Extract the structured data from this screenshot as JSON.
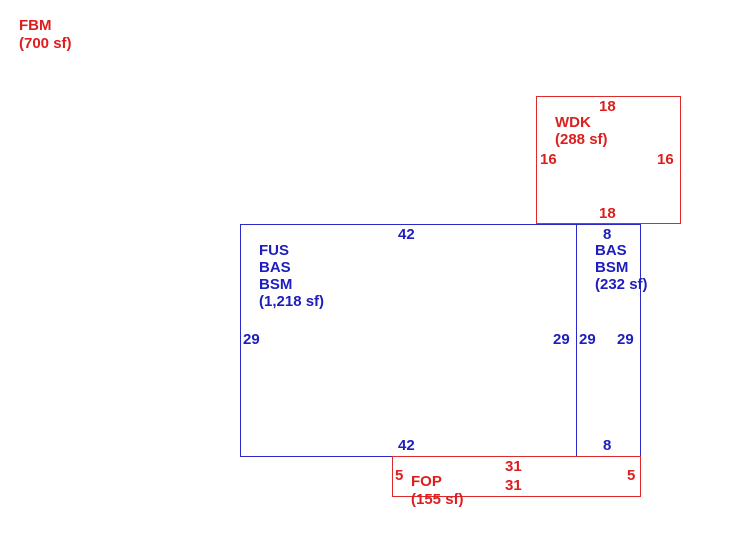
{
  "fbm": {
    "code": "FBM",
    "area": "(700 sf)"
  },
  "wdk": {
    "label": "WDK",
    "area": "(288 sf)",
    "dims": {
      "top": "18",
      "bottom": "18",
      "left": "16",
      "right": "16"
    }
  },
  "main": {
    "lines": [
      "FUS",
      "BAS",
      "BSM"
    ],
    "area": "(1,218 sf)",
    "dims": {
      "top": "42",
      "bottom": "42",
      "left": "29",
      "right": "29"
    }
  },
  "side": {
    "lines": [
      "BAS",
      "BSM"
    ],
    "area": "(232 sf)",
    "dims": {
      "top": "8",
      "bottom": "8",
      "left": "29",
      "right": "29"
    }
  },
  "fop": {
    "label": "FOP",
    "area": "(155 sf)",
    "dims": {
      "top": "31",
      "bottom": "31",
      "left": "5",
      "right": "5"
    }
  },
  "colors": {
    "red": "#dd1e1e",
    "blue": "#1e1ebe"
  }
}
